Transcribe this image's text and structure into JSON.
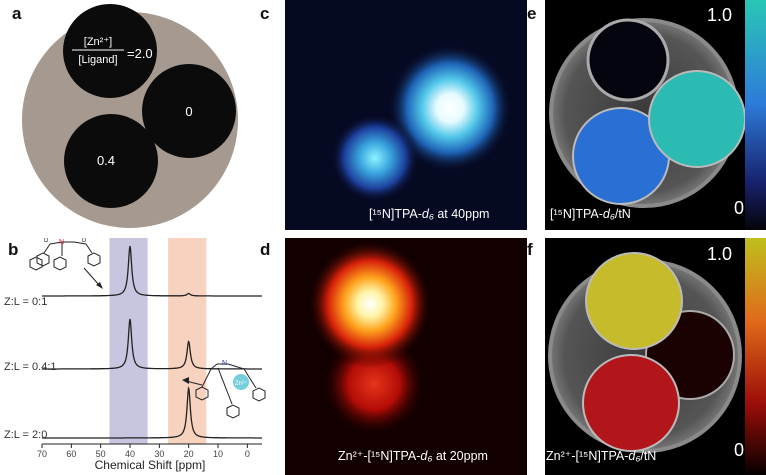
{
  "panels": {
    "a": {
      "letter": "a",
      "fraction_numerator": "[Zn²⁺]",
      "fraction_denominator": "[Ligand]",
      "fraction_value": "=2.0",
      "phantoms": [
        {
          "label": "[Zn²⁺]/[Ligand]=2.0",
          "ratio": 2.0
        },
        {
          "label": "0",
          "ratio": 0
        },
        {
          "label": "0.4",
          "ratio": 0.4
        }
      ],
      "colors": {
        "outer": "#a69a90",
        "phantom": "#0b0b0b"
      }
    },
    "b": {
      "letter": "b",
      "row_labels": [
        "Z:L = 0:1",
        "Z:L = 0.4:1",
        "Z:L = 2:0"
      ],
      "zn_label": "Zn²⁺",
      "atom_labels": {
        "d": "D",
        "n": "N"
      },
      "highlight_colors": {
        "free": "#c7c5df",
        "bound": "#f6d2bf"
      }
    },
    "c": {
      "letter": "c",
      "label_prefix": "[¹⁵N]TPA-",
      "label_italic": "d₆",
      "label_suffix": " at 40ppm"
    },
    "d": {
      "letter": "d",
      "label_prefix": "Zn²⁺-[¹⁵N]TPA-",
      "label_italic": "d₆",
      "label_suffix": " at 20ppm"
    },
    "e": {
      "letter": "e",
      "label_prefix": "[¹⁵N]TPA-",
      "label_italic": "d₆",
      "label_suffix": "/tN",
      "cb_max": "1.0",
      "cb_min": "0"
    },
    "f": {
      "letter": "f",
      "label_prefix": "Zn²⁺-[¹⁵N]TPA-",
      "label_italic": "d₆",
      "label_suffix": "/tN",
      "cb_max": "1.0",
      "cb_min": "0"
    }
  },
  "chart_data": {
    "type": "line",
    "xlabel": "Chemical Shift [ppm]",
    "xlim": [
      70,
      -5
    ],
    "x_ticks": [
      70,
      60,
      50,
      40,
      30,
      20,
      10,
      0
    ],
    "highlight_bands_ppm": [
      [
        47,
        34
      ],
      [
        27,
        14
      ]
    ],
    "series": [
      {
        "peaks": [
          {
            "ppm": 40,
            "height": 1.0
          },
          {
            "ppm": 20,
            "height": 0.05
          }
        ]
      },
      {
        "peaks": [
          {
            "ppm": 40,
            "height": 1.0
          },
          {
            "ppm": 20,
            "height": 0.55
          }
        ]
      },
      {
        "peaks": [
          {
            "ppm": 20,
            "height": 1.0
          }
        ]
      }
    ]
  }
}
